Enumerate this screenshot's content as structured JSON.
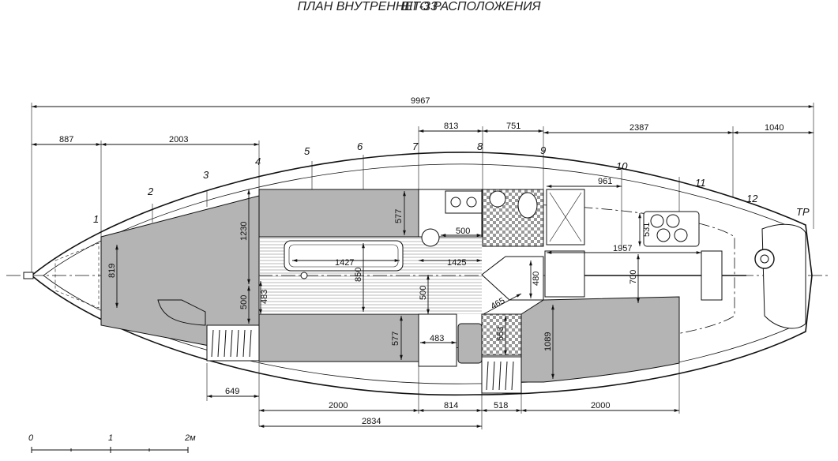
{
  "document": {
    "title": "BIT-33",
    "subtitle": "ПЛАН ВНУТРЕННЕГО РАСПОЛОЖЕНИЯ"
  },
  "overall_length": "9967",
  "top_dimensions": {
    "d887": "887",
    "d2003": "2003",
    "d813": "813",
    "d751": "751",
    "d2387": "2387",
    "d1040": "1040"
  },
  "frames": {
    "f1": "1",
    "f2": "2",
    "f3": "3",
    "f4": "4",
    "f5": "5",
    "f6": "6",
    "f7": "7",
    "f8": "8",
    "f9": "9",
    "f10": "10",
    "f11": "11",
    "f12": "12",
    "tp": "ТР"
  },
  "inner_dimensions": {
    "d961": "961",
    "d577a": "577",
    "d500a": "500",
    "d1230": "1230",
    "d531": "531",
    "d1427": "1427",
    "d1425": "1425",
    "d1957": "1957",
    "d819": "819",
    "d480": "480",
    "d700": "700",
    "d850": "850",
    "d500b": "500",
    "d483a": "483",
    "d500c": "500",
    "d465": "465",
    "d577b": "577",
    "d483b": "483",
    "d653": "653",
    "d1089": "1089",
    "d649": "649"
  },
  "bottom_dimensions": {
    "d2000a": "2000",
    "d814": "814",
    "d518": "518",
    "d2000b": "2000",
    "d2834": "2834"
  },
  "scale_bar": {
    "zero": "0",
    "one": "1",
    "two": "2м"
  },
  "colors": {
    "fill_grey": "#b4b4b4",
    "line": "#111111"
  }
}
